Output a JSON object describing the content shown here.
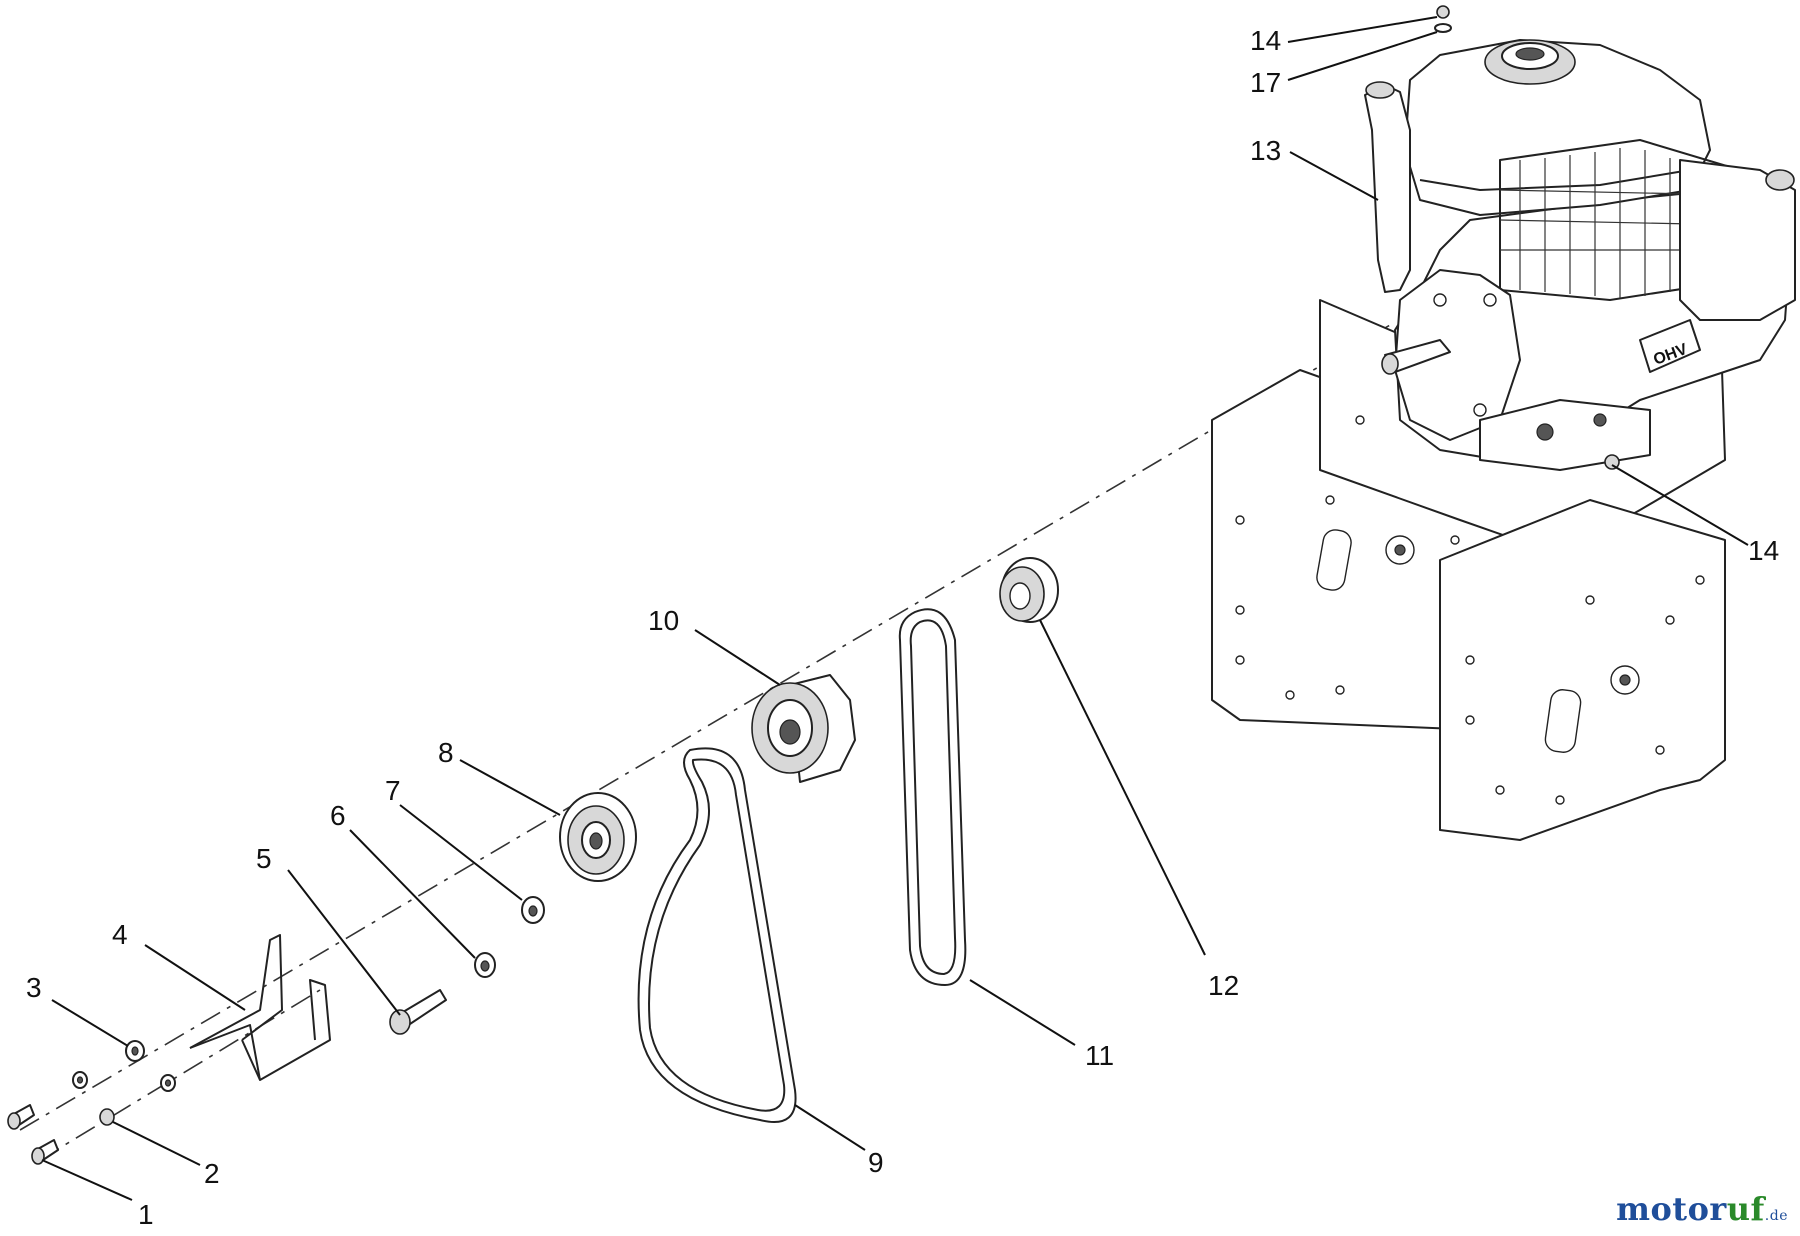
{
  "callouts": [
    {
      "id": "c14a",
      "label": "14"
    },
    {
      "id": "c17",
      "label": "17"
    },
    {
      "id": "c13",
      "label": "13"
    },
    {
      "id": "c14b",
      "label": "14"
    },
    {
      "id": "c10",
      "label": "10"
    },
    {
      "id": "c8",
      "label": "8"
    },
    {
      "id": "c7",
      "label": "7"
    },
    {
      "id": "c6",
      "label": "6"
    },
    {
      "id": "c5",
      "label": "5"
    },
    {
      "id": "c4",
      "label": "4"
    },
    {
      "id": "c3",
      "label": "3"
    },
    {
      "id": "c2",
      "label": "2"
    },
    {
      "id": "c1",
      "label": "1"
    },
    {
      "id": "c9",
      "label": "9"
    },
    {
      "id": "c11",
      "label": "11"
    },
    {
      "id": "c12",
      "label": "12"
    }
  ],
  "engine": {
    "badge": "OHV"
  },
  "watermark": {
    "brand_a": "motor",
    "brand_b": "uf",
    "suffix": ".de"
  }
}
